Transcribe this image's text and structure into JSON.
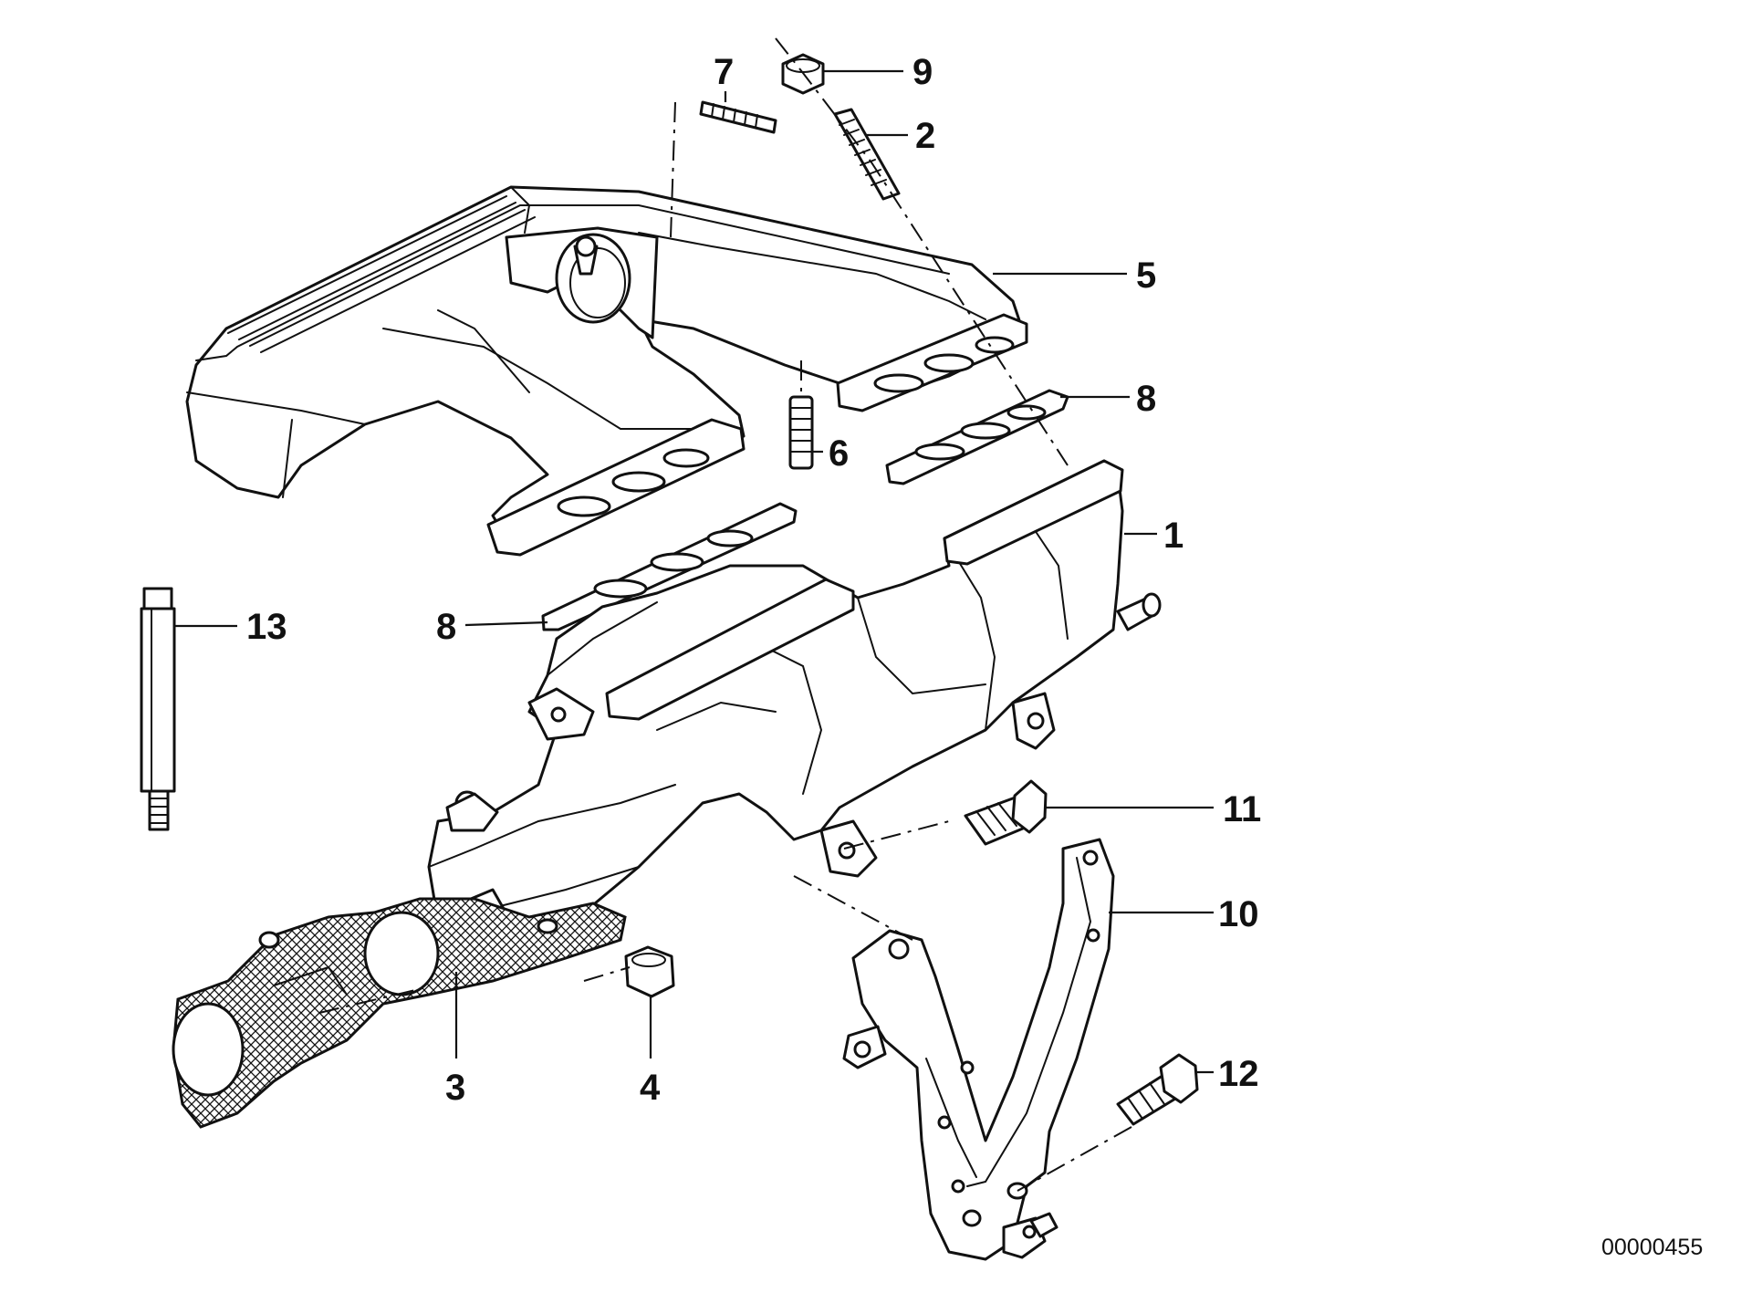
{
  "diagram": {
    "callouts": {
      "c1": "1",
      "c2": "2",
      "c3": "3",
      "c4": "4",
      "c5": "5",
      "c6": "6",
      "c7": "7",
      "c8a": "8",
      "c8b": "8",
      "c9": "9",
      "c10": "10",
      "c11": "11",
      "c12": "12",
      "c13": "13"
    },
    "reference_number": "00000455"
  }
}
